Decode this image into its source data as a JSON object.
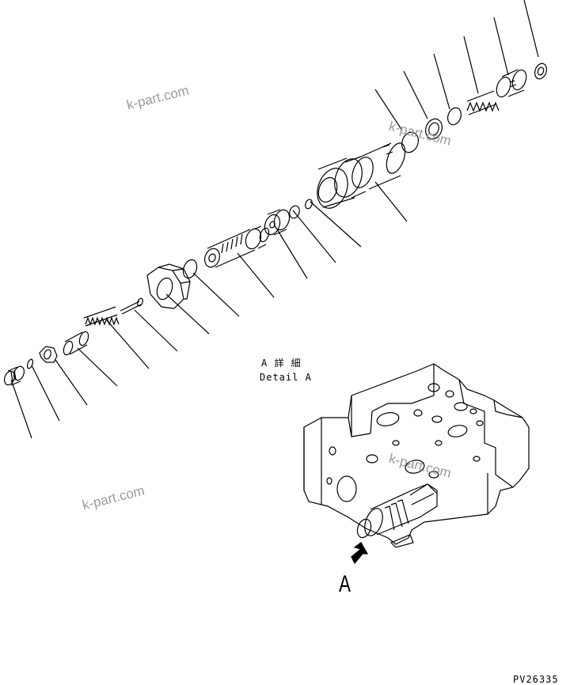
{
  "detail": {
    "title_jp": "A 詳 細",
    "title_en": "Detail A"
  },
  "view_letter": "A",
  "drawing_number": "PV26335",
  "watermarks": [
    "k-part.com",
    "k-part.com",
    "k-part.com",
    "k-part.com"
  ],
  "colors": {
    "line": "#000000",
    "background": "#ffffff",
    "watermark": "#9a9a9a"
  }
}
